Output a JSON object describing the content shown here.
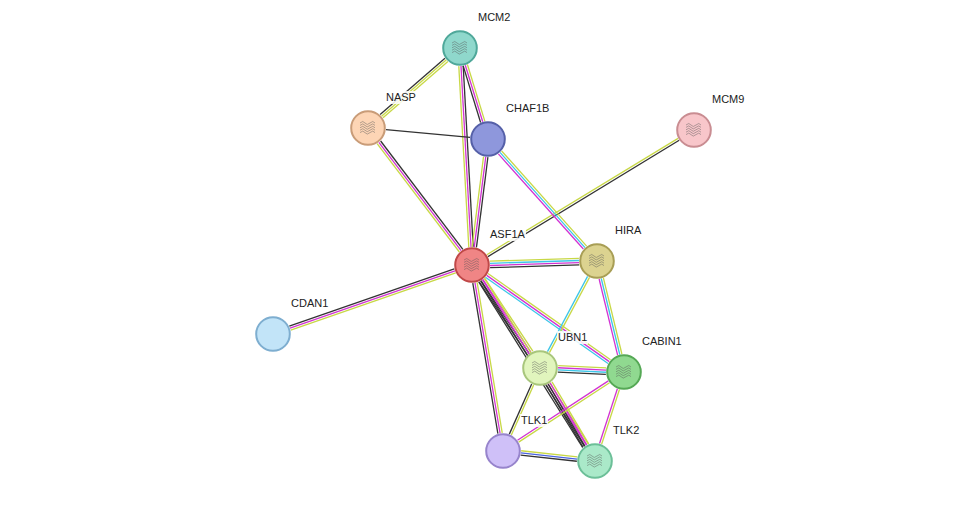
{
  "diagram": {
    "nodes": [
      {
        "text": [
          "MCM2"
        ]
      },
      {
        "text": [
          "NASP"
        ]
      },
      {
        "text": [
          "CHAF1B"
        ]
      },
      {
        "text": [
          "MCM9"
        ]
      },
      {
        "text": [
          "ASF1A"
        ]
      },
      {
        "text": [
          "HIRA"
        ]
      },
      {
        "text": [
          "CDAN1"
        ]
      },
      {
        "text": [
          "UBN1"
        ]
      },
      {
        "text": [
          "CABIN1"
        ]
      },
      {
        "text": [
          "TLK1"
        ]
      },
      {
        "text": [
          "TLK2"
        ]
      }
    ],
    "edges": [
      {
        "from": 4,
        "to": 0,
        "arrow": "none"
      },
      {
        "from": 4,
        "to": 1,
        "arrow": "none"
      },
      {
        "from": 4,
        "to": 2,
        "arrow": "none"
      },
      {
        "from": 4,
        "to": 3,
        "arrow": "none"
      },
      {
        "from": 4,
        "to": 5,
        "arrow": "none"
      },
      {
        "from": 4,
        "to": 6,
        "arrow": "none"
      },
      {
        "from": 4,
        "to": 7,
        "arrow": "none"
      },
      {
        "from": 4,
        "to": 8,
        "arrow": "none"
      },
      {
        "from": 4,
        "to": 9,
        "arrow": "none"
      },
      {
        "from": 4,
        "to": 10,
        "arrow": "none"
      },
      {
        "from": 0,
        "to": 1,
        "arrow": "none"
      },
      {
        "from": 0,
        "to": 2,
        "arrow": "none"
      },
      {
        "from": 1,
        "to": 2,
        "arrow": "none"
      },
      {
        "from": 2,
        "to": 5,
        "arrow": "none"
      },
      {
        "from": 5,
        "to": 7,
        "arrow": "none"
      },
      {
        "from": 5,
        "to": 8,
        "arrow": "none"
      },
      {
        "from": 7,
        "to": 8,
        "arrow": "none"
      },
      {
        "from": 7,
        "to": 9,
        "arrow": "none"
      },
      {
        "from": 7,
        "to": 10,
        "arrow": "none"
      },
      {
        "from": 8,
        "to": 9,
        "arrow": "none"
      },
      {
        "from": 8,
        "to": 10,
        "arrow": "none"
      },
      {
        "from": 9,
        "to": 10,
        "arrow": "none"
      }
    ]
  }
}
